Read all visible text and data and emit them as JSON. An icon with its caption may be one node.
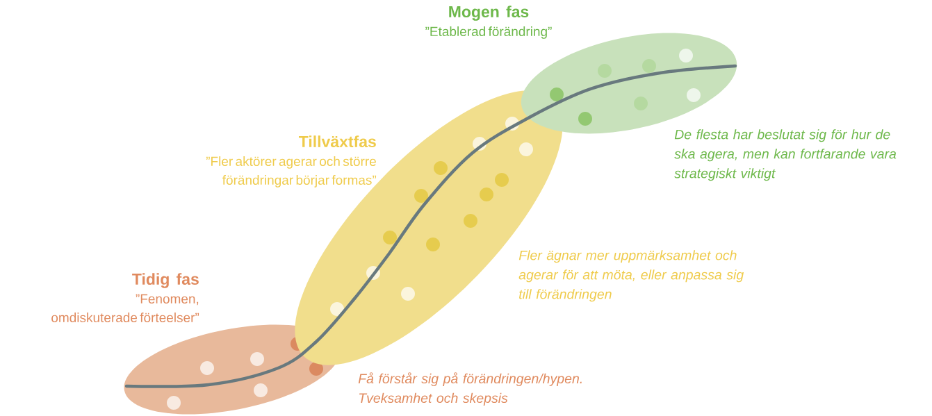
{
  "diagram": {
    "nodes": [
      {
        "text": [
          "Mogen fas",
          "”Etablerad förändring”"
        ],
        "beside": [
          "De flesta har beslutat sig för hur de ska agera, men kan fortfarande vara strategiskt viktigt"
        ]
      },
      {
        "text": [
          "Tillväxtfas",
          "”Fler aktörer agerar och större förändringar börjar formas”"
        ],
        "beside": [
          "Fler ägnar mer uppmärksamhet och agerar för att möta, eller anpassa sig till förändringen"
        ]
      },
      {
        "text": [
          "Tidig fas",
          "”Fenomen, omdiskuterade förteelser”"
        ]
      }
    ],
    "labels": [
      "Få förstår sig på förändringen/hypen. Tveksamhet och skepsis"
    ]
  }
}
